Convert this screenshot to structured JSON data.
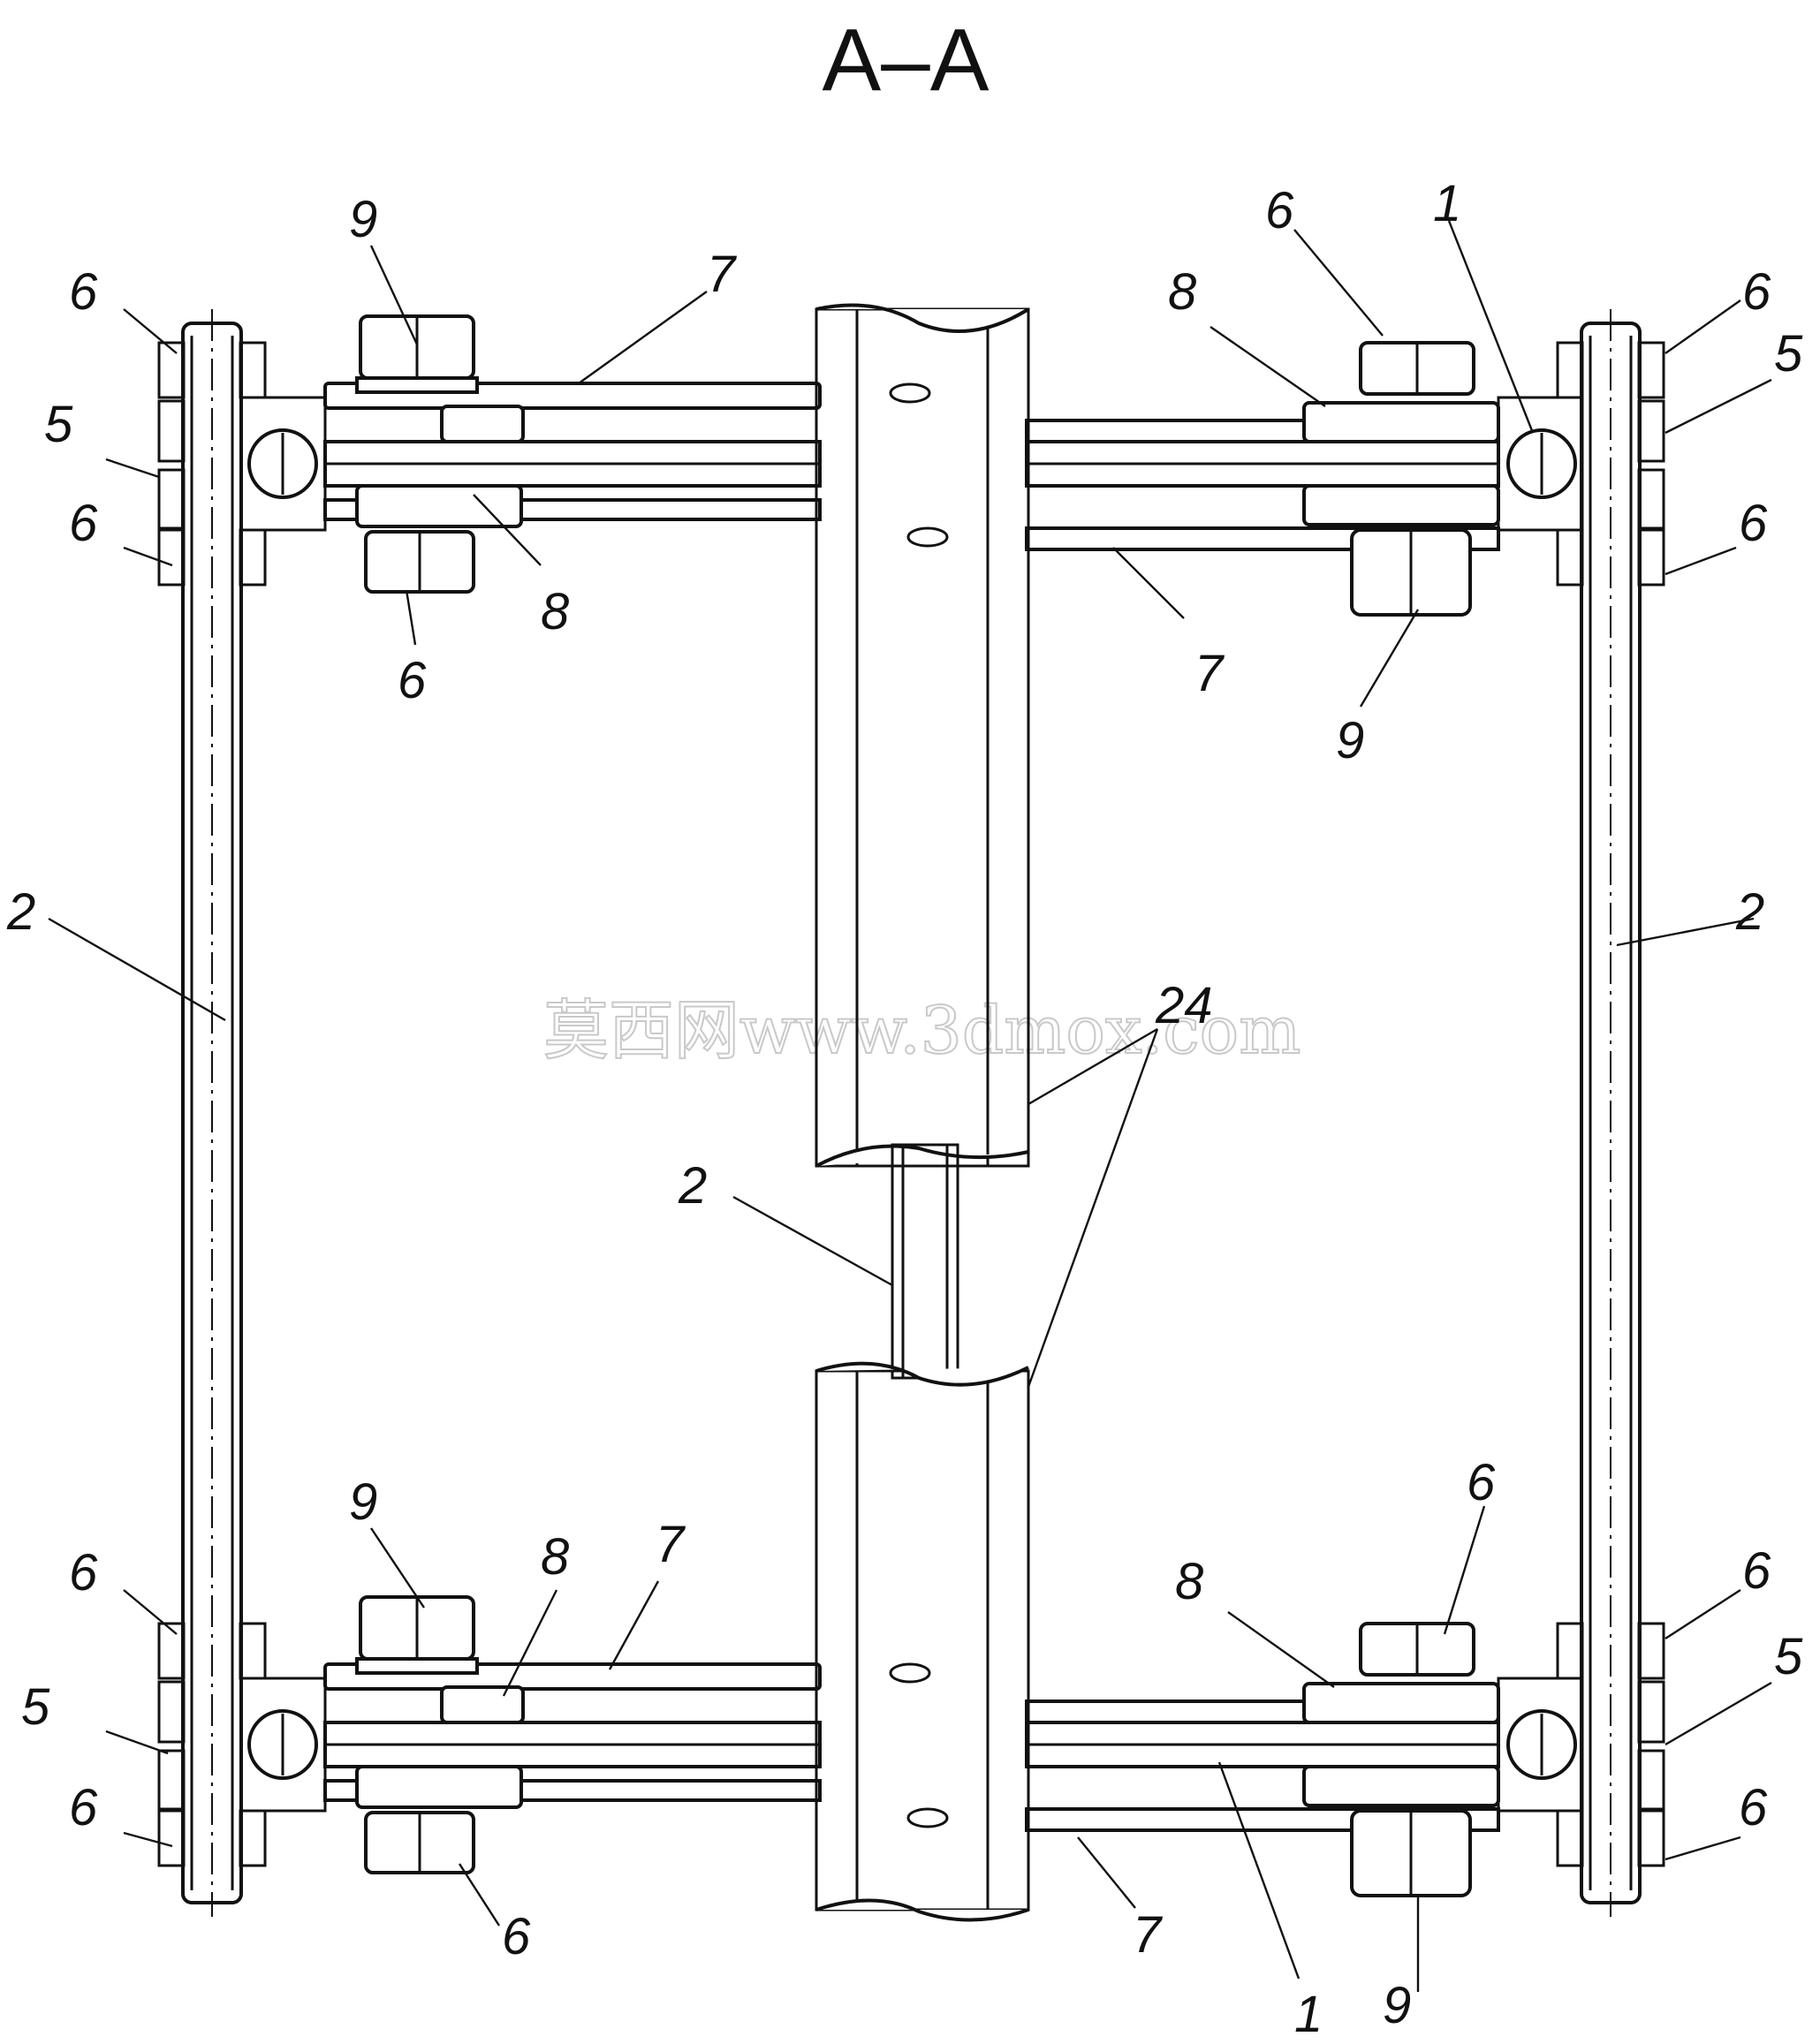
{
  "section_title": "A–A",
  "watermark": "莫西网www.3dmox.com",
  "labels": {
    "tl_9": "9",
    "tl_7": "7",
    "tl_6a": "6",
    "tl_5": "5",
    "tl_6b": "6",
    "tl_8": "8",
    "tl_6c": "6",
    "tr_6a": "6",
    "tr_1": "1",
    "tr_8": "8",
    "tr_6b": "6",
    "tr_5": "5",
    "tr_6c": "6",
    "tr_7": "7",
    "tr_9": "9",
    "l_2": "2",
    "r_2": "2",
    "c_2": "2",
    "c_24": "24",
    "bl_9": "9",
    "bl_8": "8",
    "bl_7": "7",
    "bl_6a": "6",
    "bl_5": "5",
    "bl_6b": "6",
    "bl_6c": "6",
    "br_6a": "6",
    "br_8": "8",
    "br_6b": "6",
    "br_5": "5",
    "br_6c": "6",
    "br_7": "7",
    "br_9": "9",
    "br_1": "1"
  }
}
